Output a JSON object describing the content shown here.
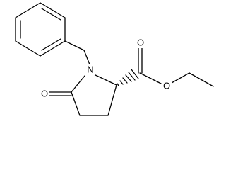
{
  "structure": {
    "atoms": {
      "N1": "N",
      "O_ketone": "O",
      "O_carbonyl": "O",
      "O_ester": "O"
    }
  },
  "colors": {
    "bond": "#000000",
    "text": "#000000",
    "background": "#ffffff"
  }
}
